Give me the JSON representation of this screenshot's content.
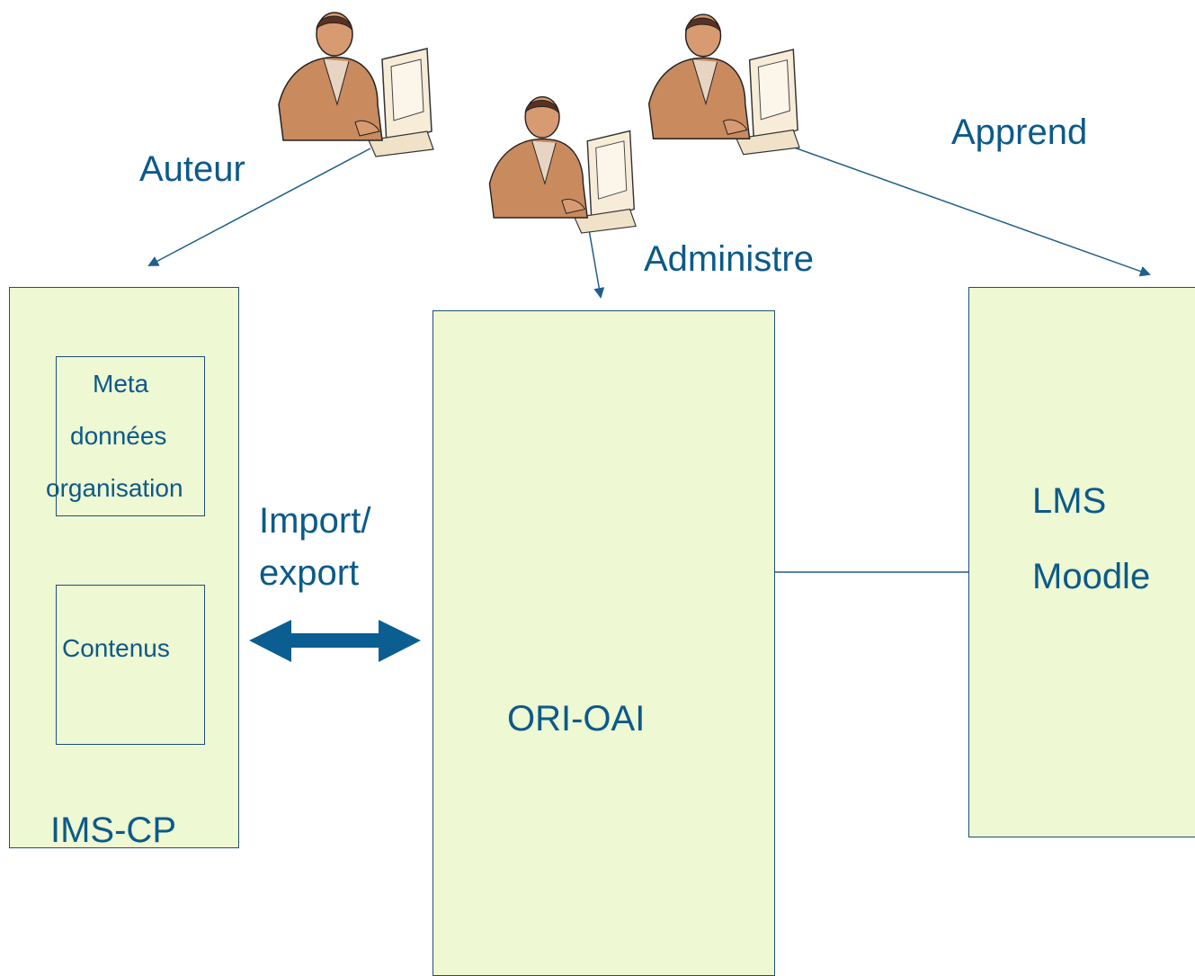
{
  "roles": {
    "author": "Auteur",
    "administrator": "Administre",
    "learner": "Apprend"
  },
  "ims_cp": {
    "title": "IMS-CP",
    "meta_lines": [
      "Meta",
      "données",
      "organisation"
    ],
    "content": "Contenus"
  },
  "exchange": {
    "line1": "Import/",
    "line2": "export"
  },
  "repository": {
    "title": "ORI-OAI"
  },
  "lms": {
    "line1": "LMS",
    "line2": "Moodle"
  },
  "colors": {
    "text": "#0b5a8a",
    "box_fill": "#eef8d2",
    "box_border": "#1f4e79",
    "arrow": "#0b5a8a",
    "skin": "#c98a5e"
  },
  "icons": [
    "person-at-computer-icon",
    "person-at-computer-icon",
    "person-at-computer-icon"
  ]
}
